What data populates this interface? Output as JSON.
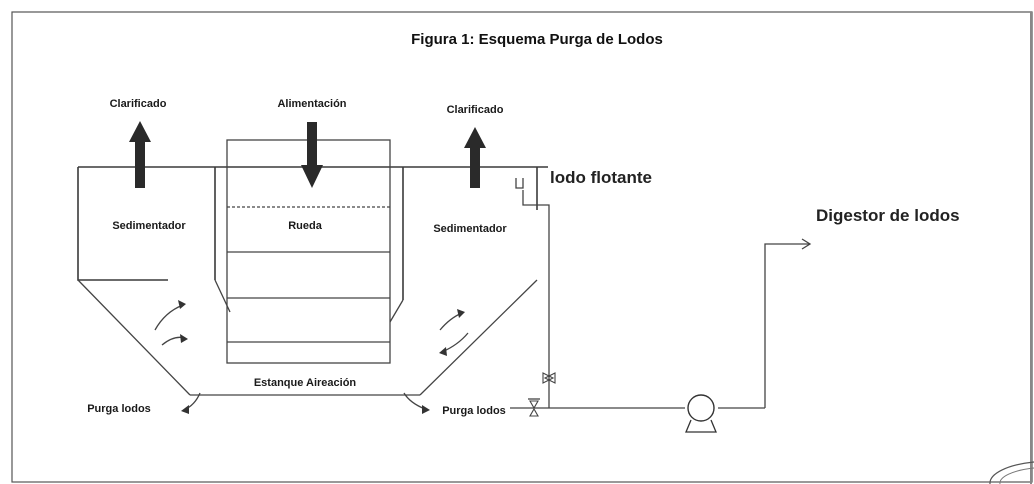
{
  "figure": {
    "title": "Figura 1: Esquema Purga de Lodos",
    "labels": {
      "clarificado_left": "Clarificado",
      "alimentacion": "Alimentación",
      "clarificado_right": "Clarificado",
      "lodo_flotante": "lodo flotante",
      "sedimentador_left": "Sedimentador",
      "rueda": "Rueda",
      "sedimentador_right": "Sedimentador",
      "digestor": "Digestor de lodos",
      "estanque": "Estanque Aireación",
      "purga_left": "Purga lodos",
      "purga_right": "Purga lodos"
    },
    "icons": {
      "pump": "pump-icon",
      "valve": "valve-icon",
      "arrow_up": "arrow-up-icon",
      "arrow_down": "arrow-down-icon",
      "stamp": "stamp-icon"
    }
  }
}
